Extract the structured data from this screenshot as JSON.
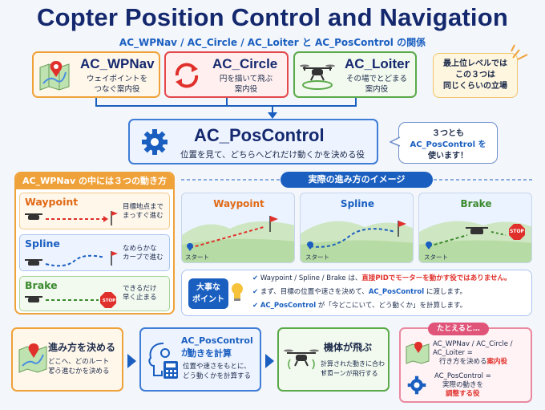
{
  "title": "Copter Position Control and Navigation",
  "subtitle": "AC_WPNav / AC_Circle / AC_Loiter と AC_PosControl の関係",
  "top_cards": [
    {
      "name": "AC_WPNav",
      "desc1": "ウェイポイントを",
      "desc2": "つなぐ案内役"
    },
    {
      "name": "AC_Circle",
      "desc1": "円を描いて飛ぶ",
      "desc2": "案内役"
    },
    {
      "name": "AC_Loiter",
      "desc1": "その場でとどまる",
      "desc2": "案内役"
    }
  ],
  "top_note": [
    "最上位レベルでは",
    "この３つは",
    "同じくらいの立場"
  ],
  "poscontrol": {
    "name": "AC_PosControl",
    "desc": "位置を見て、どちらへどれだけ動くかを決める役"
  },
  "pos_bubble": [
    "３つとも",
    "AC_PosControl を",
    "使います！"
  ],
  "wpnav_panel": {
    "header": "AC_WPNav の中には３つの動き方",
    "items": [
      {
        "name": "Waypoint",
        "desc1": "目標地点まで",
        "desc2": "まっすぐ進む"
      },
      {
        "name": "Spline",
        "desc1": "なめらかな",
        "desc2": "カーブで進む"
      },
      {
        "name": "Brake",
        "desc1": "できるだけ",
        "desc2": "早く止まる"
      }
    ]
  },
  "image_panel": {
    "header": "実際の進み方のイメージ",
    "scenes": [
      {
        "title": "Waypoint",
        "start": "スタート"
      },
      {
        "title": "Spline",
        "start": "スタート"
      },
      {
        "title": "Brake",
        "start": "スタート"
      }
    ],
    "stop": "STOP"
  },
  "points": {
    "badge1": "大事な",
    "badge2": "ポイント",
    "p1a": "Waypoint / Spline / Brake は、",
    "p1b": "直接PIDでモーターを動かす役ではありません。",
    "p2a": "まず、目標の位置や速さを決めて、",
    "p2b": "AC_PosControl",
    "p2c": " に渡します。",
    "p3a": "AC_PosControl",
    "p3b": " が「今どこにいて、どう動くか」を計算します。"
  },
  "flow": [
    {
      "title": "進み方を決める",
      "d1": "どこへ、どのルートで、",
      "d2": "どう進むかを決める"
    },
    {
      "title1": "AC_PosControl が",
      "title2": "動きを計算",
      "d1": "位置や速さをもとに、",
      "d2": "どう動くかを計算する"
    },
    {
      "title": "機体が飛ぶ",
      "d1": "計算された動きに合わせて",
      "d2": "ドローンが飛行する"
    }
  ],
  "example": {
    "header": "たとえると…",
    "e1a": "AC_WPNav / AC_Circle /",
    "e1b": "AC_Loiter =",
    "e1c": "行き方を決める",
    "e1d": "案内役",
    "e2a": "AC_PosControl =",
    "e2b": "実際の動きを",
    "e2c": "調整する役"
  },
  "colors": {
    "navy": "#14286e",
    "blue": "#1a5fc0",
    "red": "#e0302b",
    "orange": "#f0a23a",
    "green": "#5aaa4a"
  }
}
